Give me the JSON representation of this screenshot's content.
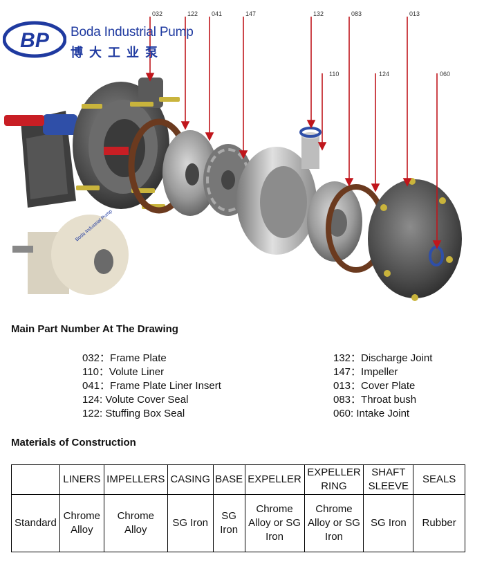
{
  "logo": {
    "mark": "BP",
    "name_en": "Boda Industrial Pump",
    "name_cn": "博大工业泵"
  },
  "diagram": {
    "callouts": [
      "032",
      "122",
      "041",
      "147",
      "132",
      "083",
      "013",
      "110",
      "124",
      "060"
    ],
    "inset_text": "Boda Industrial Pump"
  },
  "parts_heading": "Main Part Number At The Drawing",
  "parts_left": [
    "032：Frame Plate",
    "110：Volute Liner",
    "041：Frame Plate Liner Insert",
    "124: Volute Cover Seal",
    "122: Stuffing Box Seal"
  ],
  "parts_right": [
    "132：Discharge Joint",
    "147：Impeller",
    "013：Cover Plate",
    "083：Throat bush",
    "060: Intake Joint"
  ],
  "materials_heading": "Materials of Construction",
  "materials_table": {
    "headers": [
      "",
      "LINERS",
      "IMPELLERS",
      "CASING",
      "BASE",
      "EXPELLER",
      "EXPELLER RING",
      "SHAFT SLEEVE",
      "SEALS"
    ],
    "row": [
      "Standard",
      "Chrome Alloy",
      "Chrome Alloy",
      "SG Iron",
      "SG Iron",
      "Chrome Alloy or SG Iron",
      "Chrome Alloy or SG Iron",
      "SG Iron",
      "Rubber"
    ]
  },
  "colors": {
    "brand_blue": "#1f3aa0",
    "arrow_red": "#c0161c",
    "gasket_brown": "#6b3a1f"
  }
}
